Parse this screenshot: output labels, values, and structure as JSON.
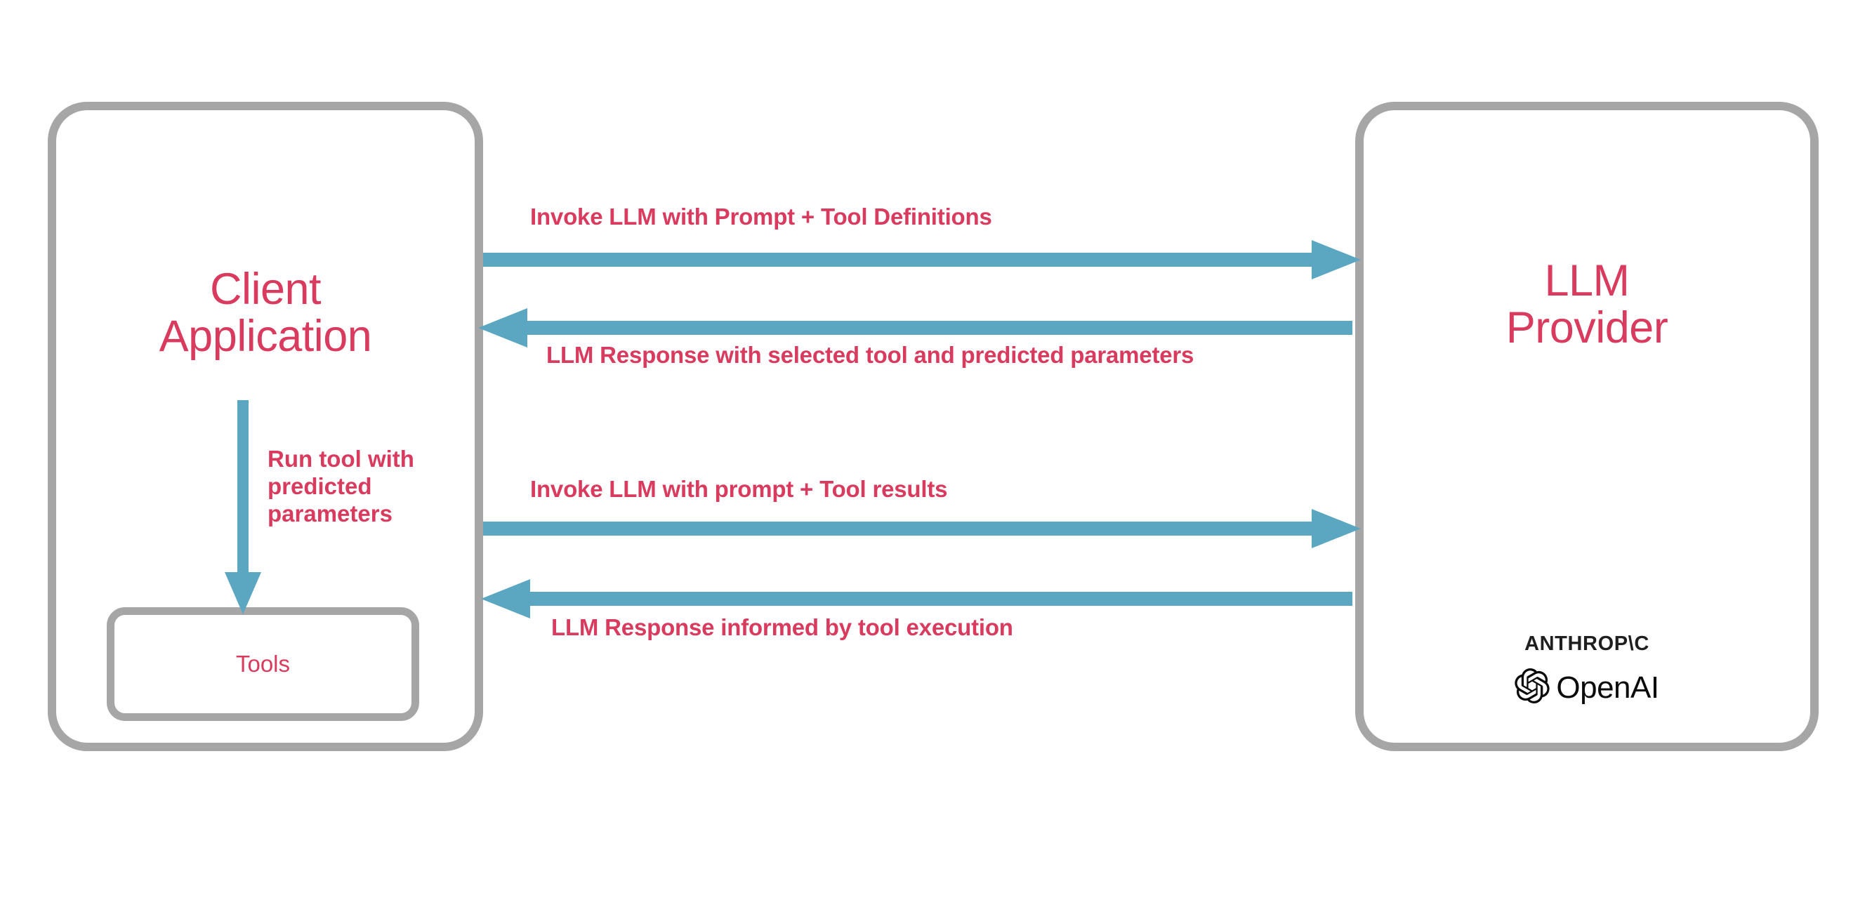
{
  "diagram": {
    "title": "LLM tool-calling sequence between client application and LLM provider",
    "colors": {
      "accent_text": "#d93b5f",
      "panel_border": "#a6a6a6",
      "arrow": "#5ba7c2",
      "background": "#ffffff",
      "logo_text": "#1f1f1f"
    }
  },
  "client": {
    "title": "Client\nApplication",
    "tools": {
      "label": "Tools"
    },
    "run_tool": {
      "label": "Run tool with\npredicted\nparameters",
      "direction": "down"
    }
  },
  "provider": {
    "title": "LLM\nProvider",
    "logos": [
      {
        "name": "anthropic-logo",
        "text": "ANTHROP\\C"
      },
      {
        "name": "openai-logo",
        "text": "OpenAI"
      }
    ]
  },
  "flows": [
    {
      "id": "flow-1",
      "label": "Invoke LLM with Prompt + Tool Definitions",
      "direction": "right",
      "from": "Client Application",
      "to": "LLM Provider"
    },
    {
      "id": "flow-2",
      "label": "LLM Response with selected tool and predicted parameters",
      "direction": "left",
      "from": "LLM Provider",
      "to": "Client Application"
    },
    {
      "id": "flow-3",
      "label": "Invoke LLM with prompt + Tool results",
      "direction": "right",
      "from": "Client Application",
      "to": "LLM Provider"
    },
    {
      "id": "flow-4",
      "label": "LLM Response informed by tool execution",
      "direction": "left",
      "from": "LLM Provider",
      "to": "Client Application"
    }
  ]
}
